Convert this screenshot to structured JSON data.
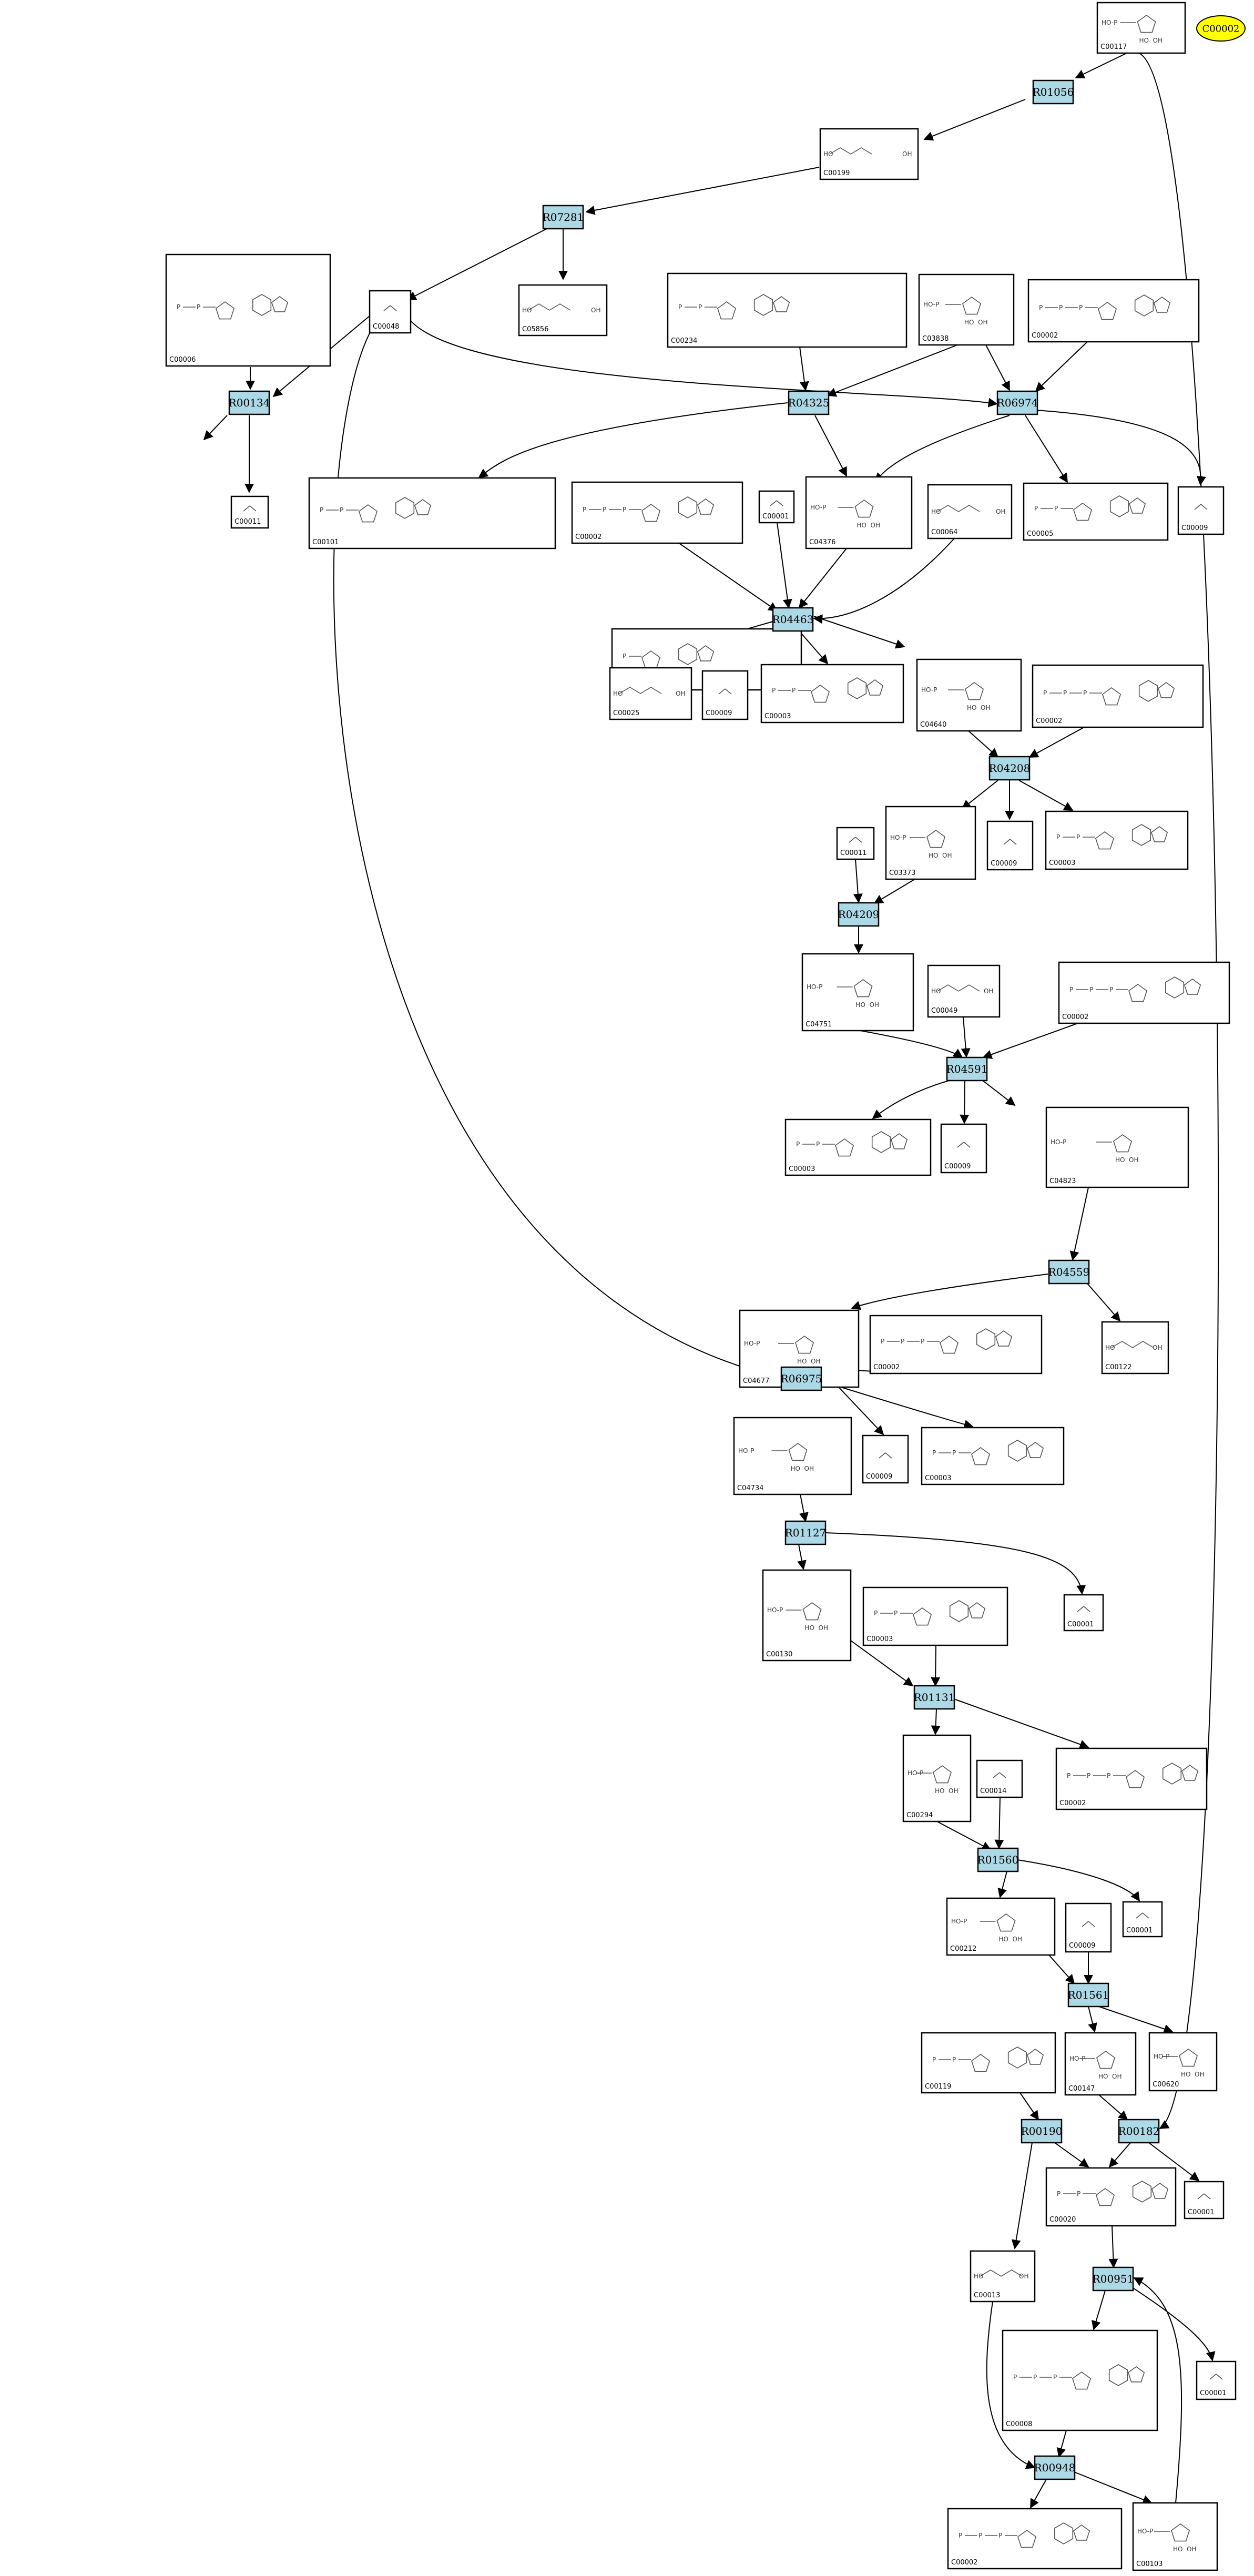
{
  "highlight": {
    "label": "C00002",
    "color": "#ffff00"
  },
  "colors": {
    "reaction_fill": "#add8e6",
    "edge": "#000000",
    "box": "#000000"
  },
  "reactions": [
    {
      "id": "R01056"
    },
    {
      "id": "R07281"
    },
    {
      "id": "R00134"
    },
    {
      "id": "R04325"
    },
    {
      "id": "R06974"
    },
    {
      "id": "R04463"
    },
    {
      "id": "R04208"
    },
    {
      "id": "R04209"
    },
    {
      "id": "R04591"
    },
    {
      "id": "R04559"
    },
    {
      "id": "R06975"
    },
    {
      "id": "R01127"
    },
    {
      "id": "R01131"
    },
    {
      "id": "R01560"
    },
    {
      "id": "R01561"
    },
    {
      "id": "R00190"
    },
    {
      "id": "R00182"
    },
    {
      "id": "R00951"
    },
    {
      "id": "R00948"
    }
  ],
  "compounds": [
    {
      "id": "C00117"
    },
    {
      "id": "C00199"
    },
    {
      "id": "C00006"
    },
    {
      "id": "C00048"
    },
    {
      "id": "C05856"
    },
    {
      "id": "C00234"
    },
    {
      "id": "C03838"
    },
    {
      "id": "C00002"
    },
    {
      "id": "C00005"
    },
    {
      "id": "C00011"
    },
    {
      "id": "C00101"
    },
    {
      "id": "C00002"
    },
    {
      "id": "C00001"
    },
    {
      "id": "C04376"
    },
    {
      "id": "C00064"
    },
    {
      "id": "C00003"
    },
    {
      "id": "C00009"
    },
    {
      "id": "C00025"
    },
    {
      "id": "C00009"
    },
    {
      "id": "C00003"
    },
    {
      "id": "C04640"
    },
    {
      "id": "C00002"
    },
    {
      "id": "C00011"
    },
    {
      "id": "C03373"
    },
    {
      "id": "C00009"
    },
    {
      "id": "C00003"
    },
    {
      "id": "C04751"
    },
    {
      "id": "C00049"
    },
    {
      "id": "C00002"
    },
    {
      "id": "C00003"
    },
    {
      "id": "C00009"
    },
    {
      "id": "C04823"
    },
    {
      "id": "C04677"
    },
    {
      "id": "C00002"
    },
    {
      "id": "C00122"
    },
    {
      "id": "C04734"
    },
    {
      "id": "C00009"
    },
    {
      "id": "C00003"
    },
    {
      "id": "C00001"
    },
    {
      "id": "C00130"
    },
    {
      "id": "C00003"
    },
    {
      "id": "C00294"
    },
    {
      "id": "C00014"
    },
    {
      "id": "C00002"
    },
    {
      "id": "C00001"
    },
    {
      "id": "C00212"
    },
    {
      "id": "C00009"
    },
    {
      "id": "C00119"
    },
    {
      "id": "C00147"
    },
    {
      "id": "C00620"
    },
    {
      "id": "C00001"
    },
    {
      "id": "C00020"
    },
    {
      "id": "C00013"
    },
    {
      "id": "C00001"
    },
    {
      "id": "C00008"
    },
    {
      "id": "C00002"
    },
    {
      "id": "C00103"
    }
  ]
}
